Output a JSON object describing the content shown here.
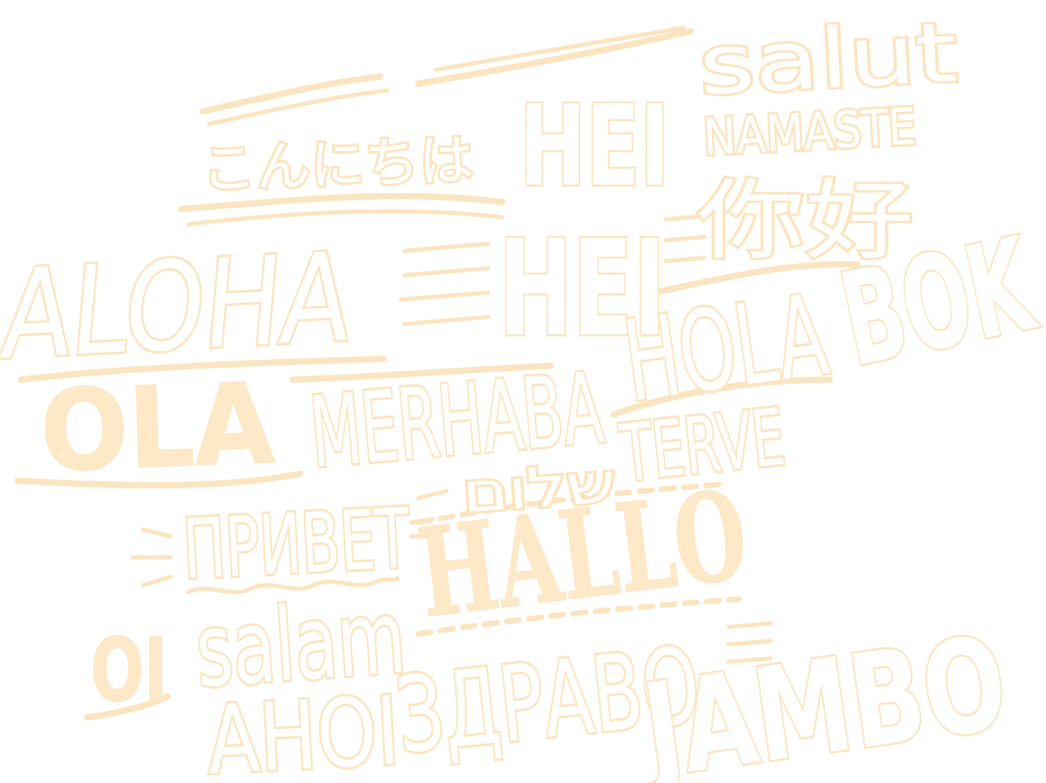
{
  "colors": {
    "background": "#ffffff",
    "lettering": "#fbe5c0",
    "lettering_fill": "#fdf3df"
  },
  "greetings": {
    "konnichiwa": "こんにちは",
    "hei_top": "HEI",
    "salut": "salut",
    "namaste": "NAMASTE",
    "hei_bottom": "HEI",
    "nihao": "你好",
    "aloha": "ALOHA",
    "hola": "HOLA",
    "bok": "BOK",
    "ola": "OLA",
    "merhaba": "MERHABA",
    "shalom": "שלום",
    "terve": "TERVE",
    "privet": "ПРИВЕТ",
    "hallo": "HALLO",
    "oi": "OI",
    "salam": "salam",
    "ahoi": "AHOI",
    "zdravo": "ЗДРАВО",
    "jambo": "JAMBO"
  }
}
